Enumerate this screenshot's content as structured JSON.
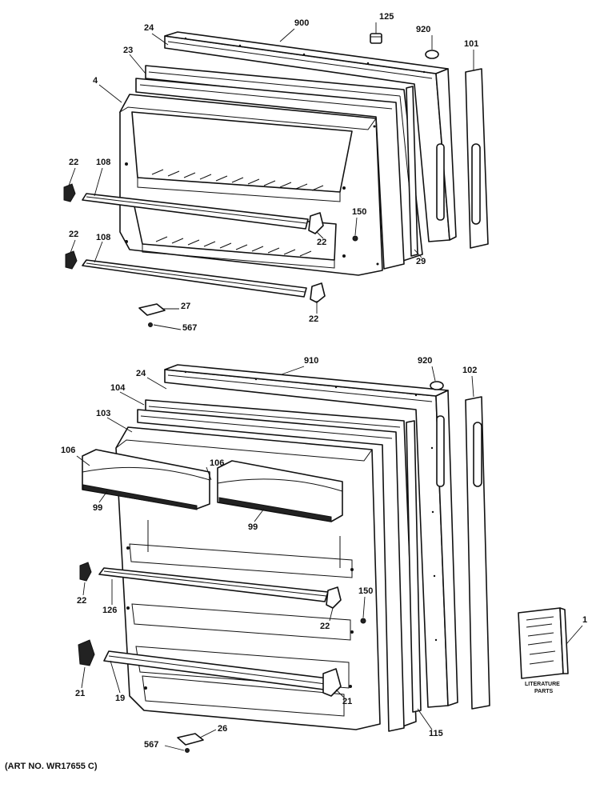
{
  "callouts": {
    "c900": "900",
    "c125": "125",
    "c920a": "920",
    "c101": "101",
    "c24a": "24",
    "c23": "23",
    "c4": "4",
    "c22a": "22",
    "c108a": "108",
    "c150a": "150",
    "c22b": "22",
    "c22c": "22",
    "c108b": "108",
    "c29": "29",
    "c22d": "22",
    "c27": "27",
    "c567a": "567",
    "c910": "910",
    "c920b": "920",
    "c102": "102",
    "c24b": "24",
    "c104": "104",
    "c103": "103",
    "c106a": "106",
    "c106b": "106",
    "c99a": "99",
    "c99b": "99",
    "c22e": "22",
    "c126": "126",
    "c150b": "150",
    "c22f": "22",
    "c21a": "21",
    "c19": "19",
    "c21b": "21",
    "c115": "115",
    "c1": "1",
    "c26": "26",
    "c567b": "567"
  },
  "literature": {
    "line1": "LITERATURE",
    "line2": "PARTS"
  },
  "art_number": "(ART NO. WR17655 C)"
}
